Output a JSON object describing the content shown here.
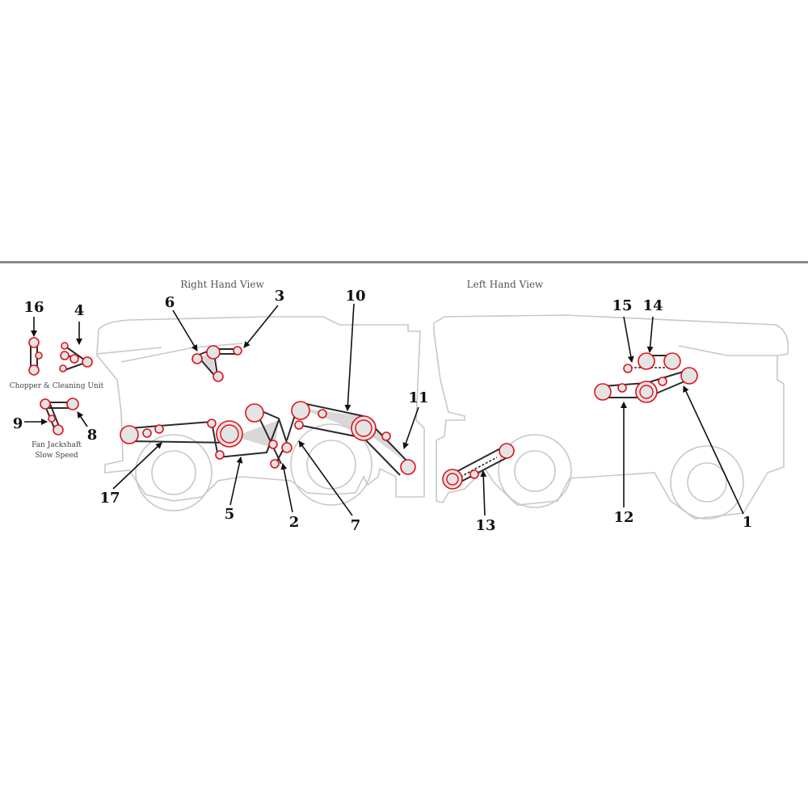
{
  "views": {
    "right_title": "Right Hand View",
    "left_title": "Left Hand View"
  },
  "captions": {
    "chopper": "Chopper & Cleaning Unit",
    "fan_line1": "Fan Jackshaft",
    "fan_line2": "Slow Speed"
  },
  "callouts": {
    "n1": "1",
    "n2": "2",
    "n3": "3",
    "n4": "4",
    "n5": "5",
    "n6": "6",
    "n7": "7",
    "n8": "8",
    "n9": "9",
    "n10": "10",
    "n11": "11",
    "n12": "12",
    "n13": "13",
    "n14": "14",
    "n15": "15",
    "n16": "16",
    "n17": "17"
  },
  "colors": {
    "pulley_outline": "#e0101a",
    "belt": "#2a2a2a",
    "machine_outline": "#c8c8c8",
    "divider": "#8a8a8a"
  }
}
